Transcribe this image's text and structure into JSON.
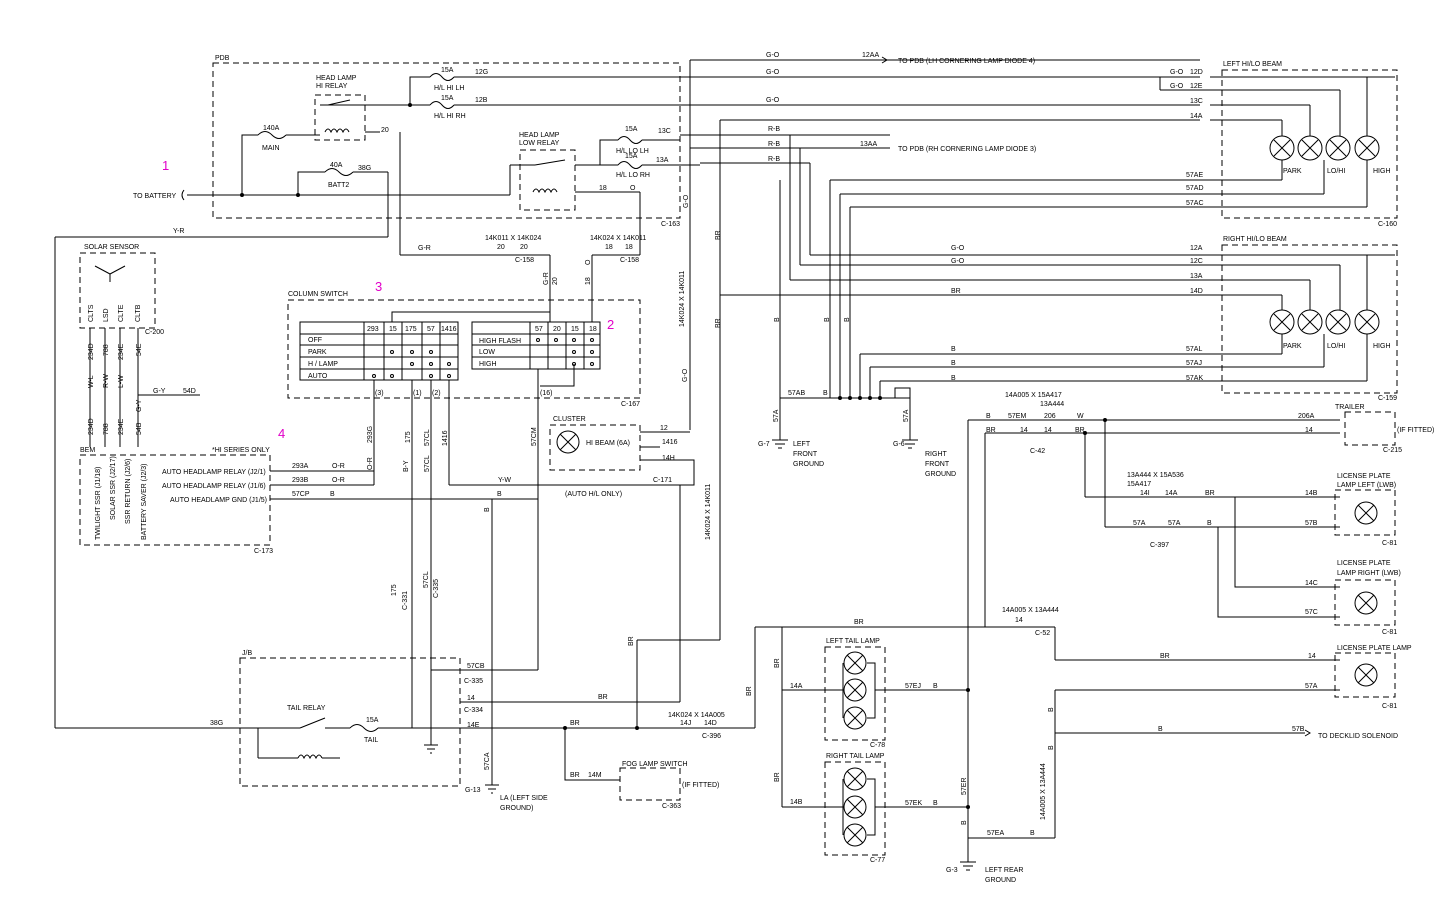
{
  "callouts": [
    "1",
    "2",
    "3",
    "4"
  ],
  "boxes": {
    "pdb": "PDB",
    "c163": "C-163",
    "column_switch": "COLUMN SWITCH",
    "c167": "C-167",
    "solar_sensor": "SOLAR SENSOR",
    "c200": "C-200",
    "bem": "BEM",
    "c173": "C-173",
    "jb": "J/B",
    "left_hilo": "LEFT HI/LO BEAM",
    "c160": "C-160",
    "right_hilo": "RIGHT  HI/LO BEAM",
    "c159": "C-159",
    "trailer": "TRAILER",
    "c215": "C-215",
    "if_fitted_trailer": "(IF FITTED)",
    "lic_left": [
      "LICENSE PLATE",
      "LAMP LEFT (LWB)"
    ],
    "lic_right": [
      "LICENSE PLATE",
      "LAMP RIGHT (LWB)"
    ],
    "lic_plate": "LICENSE PLATE LAMP",
    "c81a": "C-81",
    "c81b": "C-81",
    "c81c": "C-81",
    "left_tail": "LEFT TAIL LAMP",
    "c78": "C-78",
    "right_tail": "RIGHT TAIL LAMP",
    "c77": "C-77",
    "fog": "FOG LAMP SWITCH",
    "fog_fitted": "(IF FITTED)",
    "c363": "C-363",
    "cluster": "CLUSTER",
    "hi_beam": "HI BEAM (6A)",
    "c171": "C-171",
    "auto_hl_only": "(AUTO H/L ONLY)",
    "hi_series": "*HI SERIES ONLY"
  },
  "labels": {
    "to_battery": "TO BATTERY",
    "head_lamp_hi": [
      "HEAD LAMP",
      "HI RELAY"
    ],
    "head_lamp_low": [
      "HEAD LAMP",
      "LOW RELAY"
    ],
    "tail_relay": "TAIL RELAY",
    "main": "MAIN",
    "f140a": "140A",
    "batt2": "BATT2",
    "f40a": "40A",
    "w38g": "38G",
    "hl_hi_lh": "H/L HI LH",
    "hl_hi_rh": "H/L HI RH",
    "hl_lo_lh": "H/L LO LH",
    "hl_lo_rh": "H/L LO RH",
    "f15a": "15A",
    "tail": "TAIL",
    "to_pdb_lh": "TO PDB (LH CORNERING LAMP DIODE 4)",
    "to_pdb_rh": "TO PDB (RH CORNERING LAMP DIODE 3)",
    "to_decklid": "TO DECKLID SOLENOID",
    "left_front_ground": [
      "LEFT",
      "FRONT",
      "GROUND"
    ],
    "right_front_ground": [
      "RIGHT",
      "FRONT",
      "GROUND"
    ],
    "left_rear_ground": [
      "LEFT REAR",
      "GROUND"
    ],
    "la_ground": [
      "LA (LEFT SIDE",
      "GROUND)"
    ],
    "g7": "G-7",
    "g6": "G-6",
    "g3": "G-3",
    "g13": "G-13",
    "park": "PARK",
    "lohi": "LO/HI",
    "high": "HIGH"
  },
  "column_switch": {
    "left_pins": [
      "293",
      "15",
      "175",
      "57",
      "1416"
    ],
    "left_rows": [
      "OFF",
      "PARK",
      "H / LAMP",
      "AUTO"
    ],
    "right_pins": [
      "57",
      "20",
      "15",
      "18"
    ],
    "right_rows": [
      "HIGH FLASH",
      "LOW",
      "HIGH"
    ],
    "taps": [
      "(3)",
      "(1)",
      "(2)",
      "(16)"
    ]
  },
  "bem": {
    "rows": [
      "AUTO HEADLAMP RELAY (J2/1)",
      "AUTO HEADLAMP RELAY (J1/6)",
      "AUTO HEADLAMP GND (J1/5)"
    ],
    "vertical": [
      "TWILIGHT SSR (J1/18)",
      "SOLAR SSR (J2/17)",
      "SSR RETURN (J2/6)",
      "BATTERY SAVER (J2/3)"
    ],
    "sensor_pins": [
      "CLTS",
      "LSD",
      "CLTE",
      "CLTB"
    ],
    "upper_wires": [
      "234D",
      "788",
      "234E",
      "54E"
    ],
    "colors": [
      "W-L",
      "R-W",
      "L-W",
      "G-Y"
    ],
    "lower_wires": [
      "234D",
      "788",
      "234E",
      "54B"
    ]
  },
  "wires": {
    "g_o": "G-O",
    "g_r": "G-R",
    "r_b": "R-B",
    "y_r": "Y-R",
    "br": "BR",
    "b": "B",
    "w": "W",
    "o": "O",
    "o_r": "O-R",
    "b_y": "B-Y",
    "g_y": "G-Y",
    "y_w": "Y-W",
    "w12aa": "12AA",
    "w13aa": "13AA",
    "w12g": "12G",
    "w12b": "12B",
    "w13c": "13C",
    "w13a": "13A",
    "w12d": "12D",
    "w12e": "12E",
    "w14a": "14A",
    "w12a": "12A",
    "w12c": "12C",
    "w14d": "14D",
    "w57ae": "57AE",
    "w57ad": "57AD",
    "w57ac": "57AC",
    "w57al": "57AL",
    "w57aj": "57AJ",
    "w57ak": "57AK",
    "w57ab": "57AB",
    "w57a": "57A",
    "w57b": "57B",
    "w57c": "57C",
    "w14b": "14B",
    "w14c": "14C",
    "w14": "14",
    "w206a": "206A",
    "w206": "206",
    "w57em": "57EM",
    "w14i": "14I",
    "w293a": "293A",
    "w293b": "293B",
    "w57cp": "57CP",
    "w54d": "54D",
    "w12": "12",
    "w1416": "1416",
    "w14h": "14H",
    "w57cb": "57CB",
    "w14e": "14E",
    "w14m": "14M",
    "w14j": "14J",
    "w14d2": "14D",
    "w57ej": "57EJ",
    "w57ek": "57EK",
    "w57ea": "57EA",
    "w57er": "57ER",
    "w20": "20",
    "w18": "18",
    "w293g": "293G",
    "w175": "175",
    "w57cl": "57CL",
    "w57cm": "57CM",
    "w57ca": "57CA"
  },
  "splices": {
    "c158a": [
      "14K011 X 14K024",
      "C-158"
    ],
    "c158b": [
      "14K024 X 14K011",
      "C-158"
    ],
    "c156a": "14K024 X 14K011",
    "c156b": "14K024 X 14K011",
    "c42": [
      "14A005 X 15A417",
      "13A444",
      "C-42"
    ],
    "c397": [
      "13A444 X 15A536",
      "15A417",
      "C-397"
    ],
    "c52": [
      "14A005 X 13A444",
      "C-52"
    ],
    "c62": "14A005 X 13A444",
    "c396": [
      "14K024 X 14A005",
      "C-396"
    ],
    "c335": "C-335",
    "c334": "C-334",
    "c331": "C-331",
    "c335b": "C-335"
  }
}
